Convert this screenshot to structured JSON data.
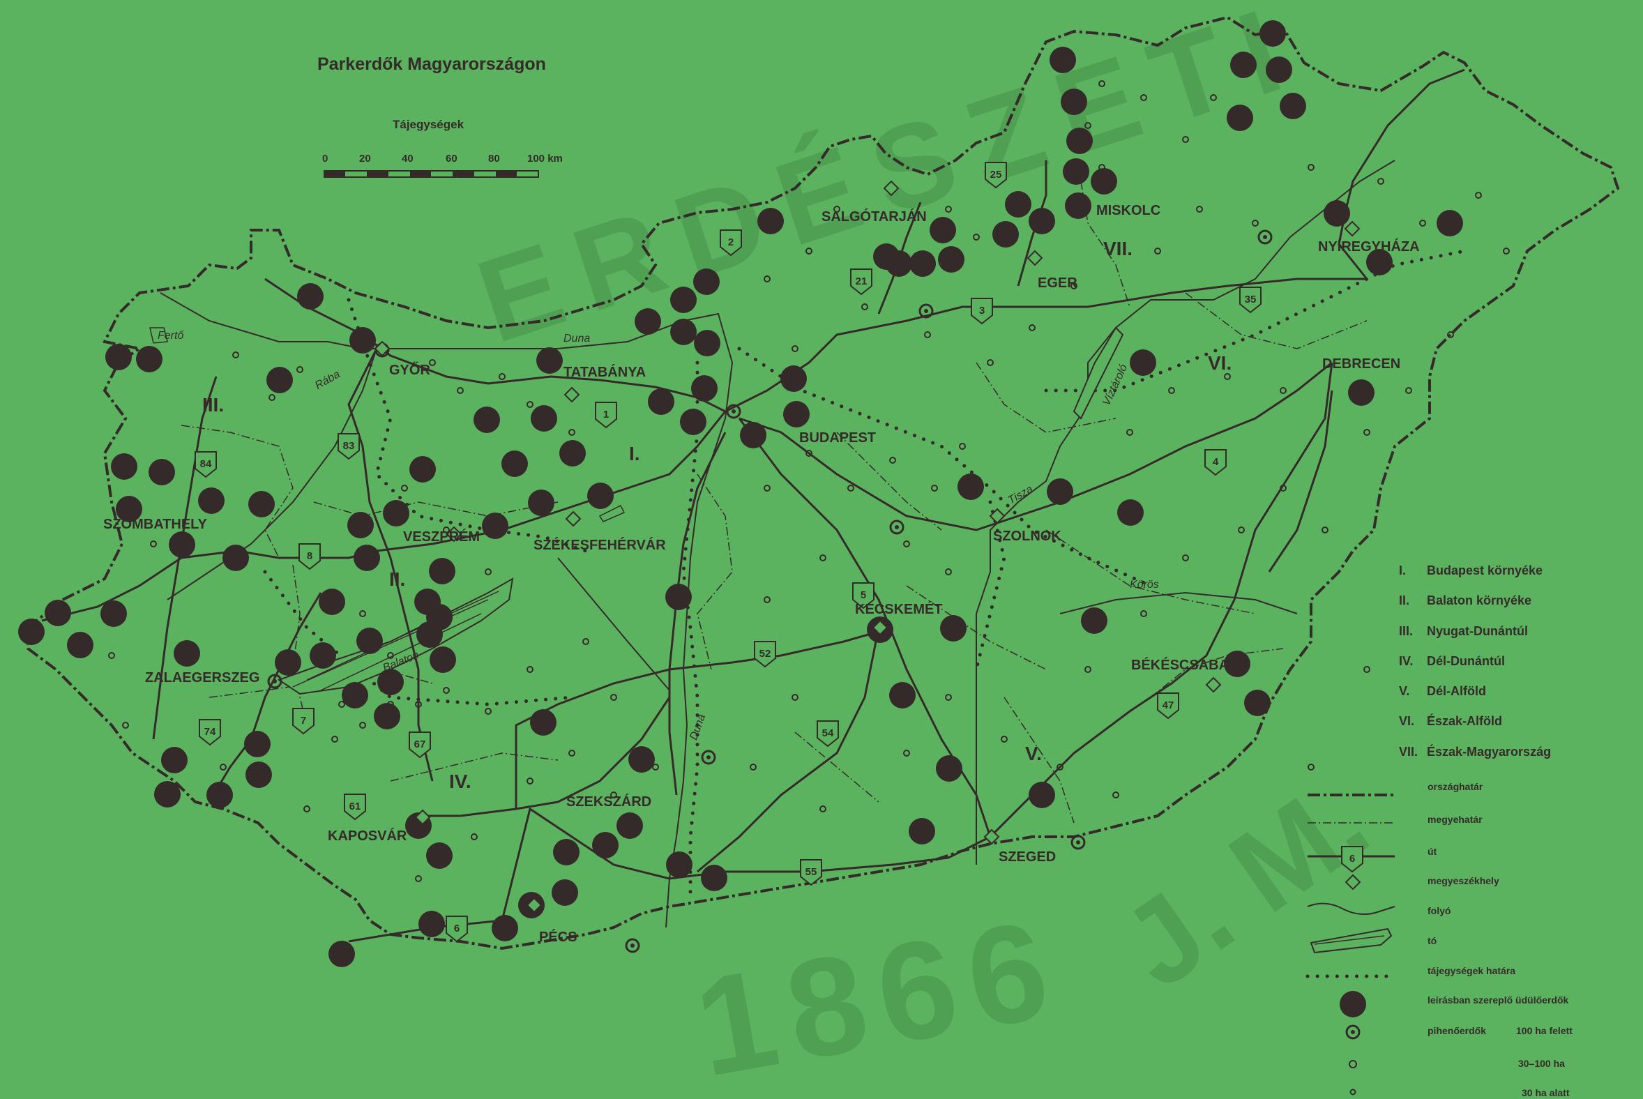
{
  "title": "Parkerdők Magyarországon",
  "scalebar": {
    "heading": "Tájegységek",
    "ticks": [
      "0",
      "20",
      "40",
      "60",
      "80",
      "100 km"
    ]
  },
  "watermark": {
    "top": "ERDÉSZETI",
    "year": "1866",
    "sign": "J. M."
  },
  "colors": {
    "background": "#5cb35f",
    "ink": "#352a2a",
    "watermark": "#4fa052"
  },
  "cities": [
    {
      "id": "gyor",
      "name": "GYŐR"
    },
    {
      "id": "tatabanya",
      "name": "TATABÁNYA"
    },
    {
      "id": "budapest",
      "name": "BUDAPEST"
    },
    {
      "id": "szombathely",
      "name": "SZOMBATHELY"
    },
    {
      "id": "veszprem",
      "name": "VESZPRÉM"
    },
    {
      "id": "szekesfehervar",
      "name": "SZÉKESFEHÉRVÁR"
    },
    {
      "id": "zalaegerszeg",
      "name": "ZALAEGERSZEG"
    },
    {
      "id": "kaposvar",
      "name": "KAPOSVÁR"
    },
    {
      "id": "szekszard",
      "name": "SZEKSZÁRD"
    },
    {
      "id": "pecs",
      "name": "PÉCS"
    },
    {
      "id": "kecskemet",
      "name": "KECSKEMÉT"
    },
    {
      "id": "szolnok",
      "name": "SZOLNOK"
    },
    {
      "id": "szeged",
      "name": "SZEGED"
    },
    {
      "id": "bekescsaba",
      "name": "BÉKÉSCSABA"
    },
    {
      "id": "debrecen",
      "name": "DEBRECEN"
    },
    {
      "id": "nyiregyhaza",
      "name": "NYÍREGYHÁZA"
    },
    {
      "id": "miskolc",
      "name": "MISKOLC"
    },
    {
      "id": "eger",
      "name": "EGER"
    },
    {
      "id": "salgotarjan",
      "name": "SALGÓTARJÁN"
    }
  ],
  "regions": [
    "I.",
    "II.",
    "III.",
    "IV.",
    "V.",
    "VI.",
    "VII."
  ],
  "rivers": [
    "Duna",
    "Duna",
    "Rába",
    "Tisza",
    "Körös",
    "Balaton",
    "Fertő",
    "Víztároló"
  ],
  "roads": [
    "2",
    "25",
    "21",
    "3",
    "35",
    "1",
    "83",
    "84",
    "8",
    "4",
    "5",
    "52",
    "74",
    "7",
    "67",
    "61",
    "54",
    "55",
    "6",
    "47"
  ],
  "legend": {
    "regions": [
      {
        "num": "I.",
        "name": "Budapest környéke"
      },
      {
        "num": "II.",
        "name": "Balaton környéke"
      },
      {
        "num": "III.",
        "name": "Nyugat-Dunántúl"
      },
      {
        "num": "IV.",
        "name": "Dél-Dunántúl"
      },
      {
        "num": "V.",
        "name": "Dél-Alföld"
      },
      {
        "num": "VI.",
        "name": "Észak-Alföld"
      },
      {
        "num": "VII.",
        "name": "Észak-Magyarország"
      }
    ],
    "symbols": {
      "border": "országhatár",
      "county": "megyehatár",
      "road": "út",
      "road_number": "6",
      "seat": "megyeszékhely",
      "river": "folyó",
      "lake": "tó",
      "region_border": "tájegységek határa",
      "resort": "leírásban szereplő üdülőerdők",
      "rest": "pihenőerdők",
      "over100": "100 ha felett",
      "range": "30–100 ha",
      "under30": "30 ha alatt"
    }
  }
}
